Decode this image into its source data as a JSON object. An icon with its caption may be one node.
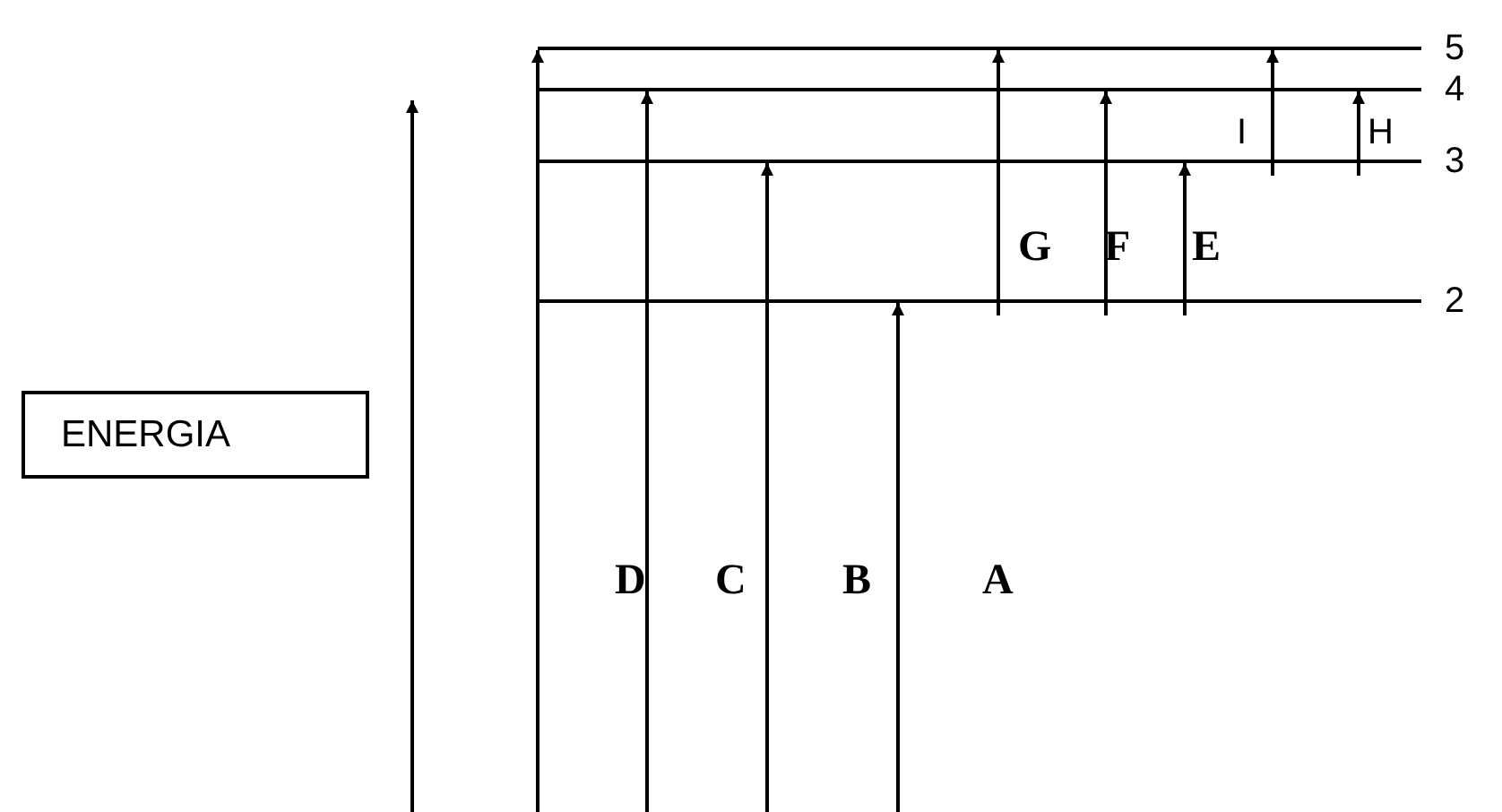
{
  "diagram": {
    "nodes": [
      {
        "text": [
          "ENERGIA"
        ]
      },
      {
        "text": [],
        "shape": "bar",
        "beside": [
          "5"
        ]
      },
      {
        "text": [],
        "shape": "bar",
        "beside": [
          "4"
        ]
      },
      {
        "text": [],
        "shape": "bar",
        "beside": [
          "3"
        ]
      },
      {
        "text": [],
        "shape": "bar",
        "beside": [
          "2"
        ]
      }
    ],
    "edges": [
      {
        "from": null,
        "to": 1,
        "arrow": "to"
      },
      {
        "from": null,
        "to": 2,
        "arrow": "to"
      },
      {
        "from": null,
        "to": 3,
        "arrow": "to"
      },
      {
        "from": null,
        "to": 4,
        "arrow": "to"
      },
      {
        "from": 4,
        "to": 1,
        "arrow": "to"
      },
      {
        "from": 4,
        "to": 2,
        "arrow": "to"
      },
      {
        "from": 4,
        "to": 3,
        "arrow": "to"
      },
      {
        "from": 3,
        "to": 1,
        "arrow": "to"
      },
      {
        "from": 3,
        "to": 2,
        "arrow": "to"
      }
    ],
    "labels": [
      "I",
      "H",
      "G",
      "F",
      "E",
      "D",
      "C",
      "B",
      "A"
    ]
  }
}
